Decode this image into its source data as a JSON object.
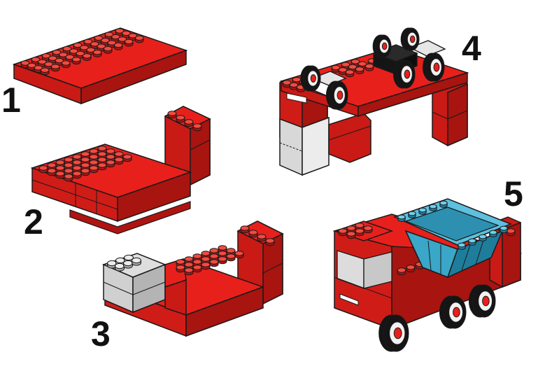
{
  "steps": [
    {
      "number": "1"
    },
    {
      "number": "2"
    },
    {
      "number": "3"
    },
    {
      "number": "4"
    },
    {
      "number": "5"
    }
  ],
  "colors": {
    "brick_red": "#e8201c",
    "brick_red_dark": "#b01410",
    "brick_red_light": "#f24a40",
    "outline": "#1a1a1a",
    "grey": "#d4d4d4",
    "grey_dark": "#a8a8a8",
    "black_part": "#151515",
    "tipper_blue": "#3aa6c8",
    "tipper_blue_dark": "#1f7d9c",
    "wheel_white": "#f2f2f2"
  }
}
